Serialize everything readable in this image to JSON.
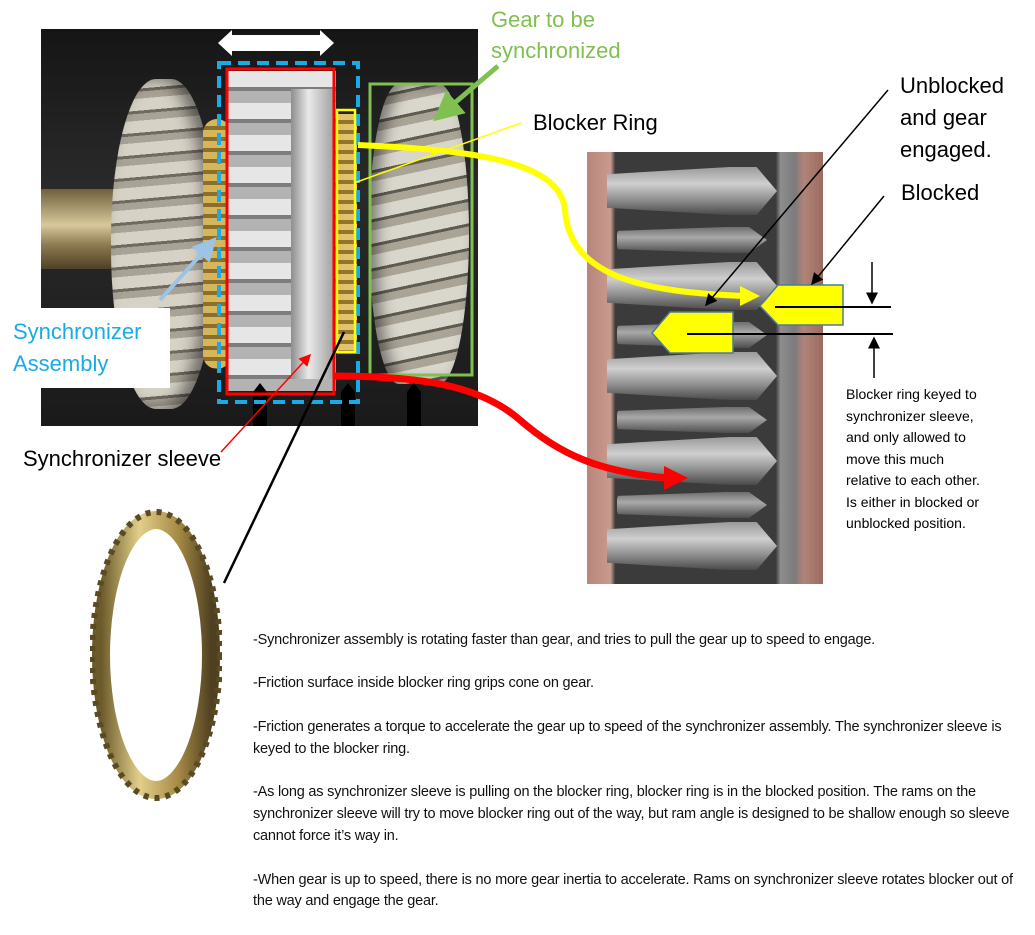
{
  "labels": {
    "gear_to_sync": "Gear to be\nsynchronized",
    "blocker_ring": "Blocker Ring",
    "unblocked": "Unblocked\nand gear\nengaged.",
    "blocked": "Blocked",
    "sync_assembly": "Synchronizer\nAssembly",
    "sync_sleeve": "Synchronizer sleeve",
    "keyed_note": "Blocker ring keyed to\nsynchronizer sleeve,\nand only allowed to\nmove this much\nrelative to each other.\nIs either in blocked or\nunblocked position."
  },
  "description": [
    "-Synchronizer assembly is rotating faster than gear, and tries to pull the gear up to speed to engage.",
    "-Friction surface inside blocker ring grips cone on gear.",
    "-Friction generates a torque to accelerate the gear up to speed of the synchronizer assembly. The synchronizer sleeve is keyed to the blocker ring.",
    "-As long as synchronizer sleeve is pulling on the blocker ring, blocker ring is in the blocked position. The rams on the synchronizer sleeve will try to move blocker ring out of the way, but ram angle is designed to be shallow enough so sleeve cannot force it’s way in.",
    "-When gear is up to speed, there is no more gear inertia to accelerate. Rams on synchronizer sleeve rotates blocker out of the way and engage the gear."
  ],
  "colors": {
    "gear_highlight": "#80c050",
    "blocker_highlight": "#ffff00",
    "sleeve_highlight": "#ff0000",
    "assembly_highlight": "#1aabe6",
    "assembly_arrow": "#9dc3e6"
  },
  "images": {
    "gearbox_photo": "gearbox-photo",
    "closeup_photo": "blocker-closeup-photo",
    "ring_photo": "blocker-ring-photo"
  }
}
